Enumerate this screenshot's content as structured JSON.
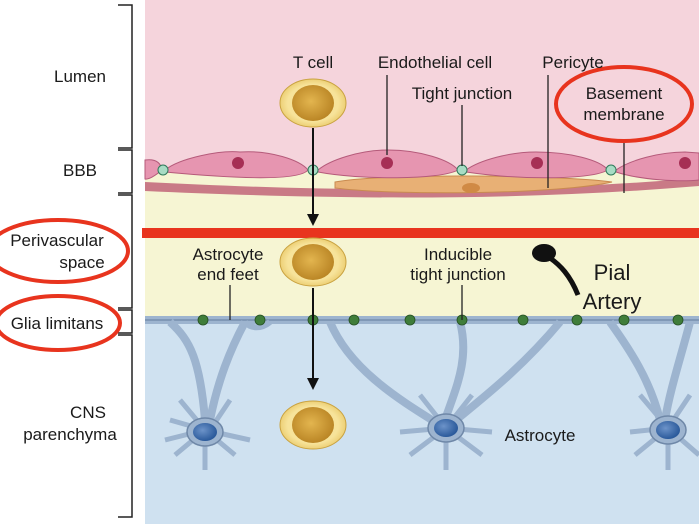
{
  "side_labels": {
    "lumen": "Lumen",
    "bbb": "BBB",
    "perivascular": [
      "Perivascular",
      "space"
    ],
    "glia_limitans": "Glia limitans",
    "cns": [
      "CNS",
      "parenchyma"
    ]
  },
  "callouts": {
    "t_cell": "T cell",
    "endothelial_cell": "Endothelial cell",
    "pericyte": "Pericyte",
    "tight_junction": "Tight junction",
    "basement_membrane": [
      "Basement",
      "membrane"
    ],
    "astrocyte_end_feet": [
      "Astrocyte",
      "end feet"
    ],
    "inducible_tight_junction": [
      "Inducible",
      "tight junction"
    ],
    "astrocyte": "Astrocyte"
  },
  "annotations": {
    "pial_artery": [
      "Pial",
      "Artery"
    ]
  },
  "colors": {
    "lumen_bg": "#f5d4dc",
    "perivascular_bg": "#f6f5d3",
    "parenchyma_bg": "#cfe1f0",
    "endothelium": "#e695b0",
    "basement": "#c97a86",
    "pericyte": "#e8b075",
    "cell_fill": "#d7a83a",
    "astrocyte": "#9db4cf",
    "junction_green": "#3f7d3a",
    "red_annotation": "#e8341e",
    "arrow_black": "#111111"
  }
}
